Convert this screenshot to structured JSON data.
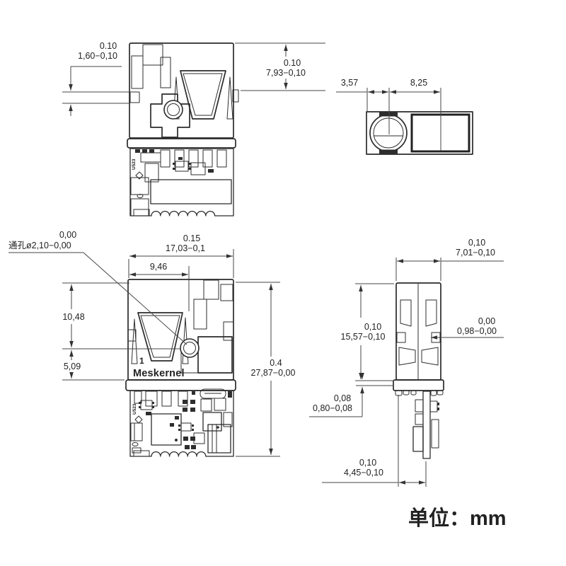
{
  "unit_label": "单位：mm",
  "branding": {
    "brand": "Meskernel",
    "silk_ref": "U523",
    "index_label": "1"
  },
  "callout": {
    "tolerance": "0,00",
    "label": "通孔ø2,10−0,00"
  },
  "dimensions": {
    "tab_height": {
      "tolerance": "0.10",
      "value": "1,60−0,10"
    },
    "top_depth": {
      "tolerance": "0.10",
      "value": "7,93−0,10"
    },
    "lens_offset": {
      "value": "3,57"
    },
    "window_span": {
      "value": "8,25"
    },
    "body_width": {
      "tolerance": "0.15",
      "value": "17,03−0,1"
    },
    "hole_offset": {
      "value": "9,46"
    },
    "upper_section": {
      "value": "10,48"
    },
    "lower_section": {
      "value": "5,09"
    },
    "overall_height": {
      "tolerance": "0.4",
      "value": "27,87−0,00"
    },
    "side_width": {
      "tolerance": "0,10",
      "value": "7,01−0,10"
    },
    "side_height": {
      "tolerance": "0,10",
      "value": "15,57−0,10"
    },
    "pad_tab": {
      "tolerance": "0,00",
      "value": "0,98−0,00"
    },
    "standoff": {
      "tolerance": "0,08",
      "value": "0,80−0,08"
    },
    "pcb_offset": {
      "tolerance": "0,10",
      "value": "4,45−0,10"
    }
  }
}
